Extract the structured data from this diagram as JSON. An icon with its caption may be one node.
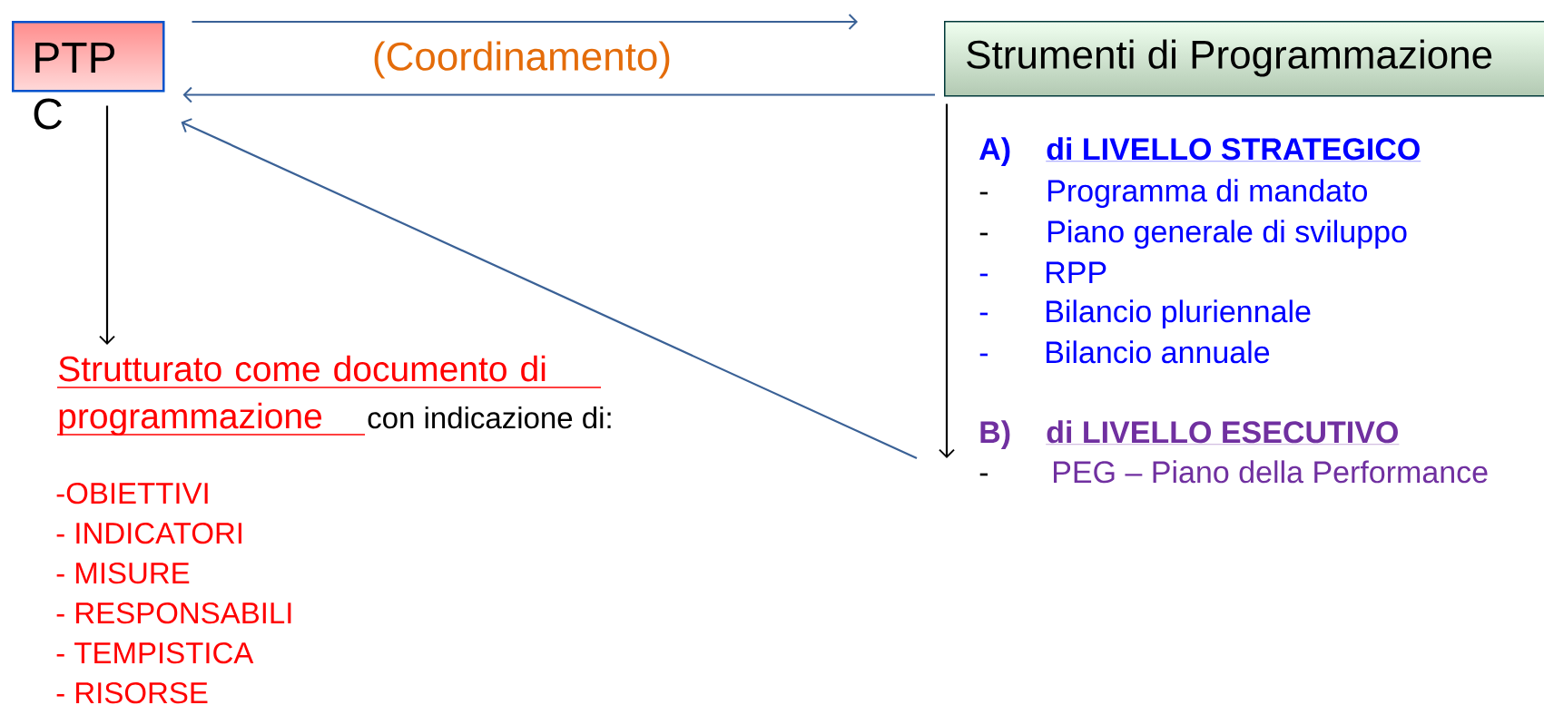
{
  "diagram": {
    "nodes": [
      {
        "text": [
          "PTP C"
        ]
      },
      {
        "text": [
          "Strumenti di Programmazione"
        ]
      },
      {
        "text": [
          "Strutturato come documento di programmazione",
          "con indicazione di:",
          "-OBIETTIVI",
          "- INDICATORI",
          "- MISURE",
          "- RESPONSABILI",
          "- TEMPISTICA",
          "- RISORSE"
        ]
      }
    ],
    "edges": [
      {
        "from": 0,
        "to": 1,
        "arrow": "to"
      },
      {
        "from": 1,
        "to": 0,
        "arrow": "to",
        "label": "(Coordinamento)"
      },
      {
        "from": 0,
        "to": 2,
        "arrow": "to",
        "color": "#000000"
      },
      {
        "from": 1,
        "to": null,
        "arrow": "to",
        "color": "#000000"
      },
      {
        "from": null,
        "to": 0,
        "arrow": "to"
      }
    ],
    "labels": [
      "A)",
      "di LIVELLO STRATEGICO",
      "-",
      "Programma di mandato",
      "-",
      "Piano generale di sviluppo",
      "-",
      "RPP",
      "-",
      "Bilancio pluriennale",
      "-",
      "Bilancio annuale",
      "B)",
      "di  LIVELLO ESECUTIVO",
      "-",
      "PEG – Piano della Performance"
    ]
  }
}
